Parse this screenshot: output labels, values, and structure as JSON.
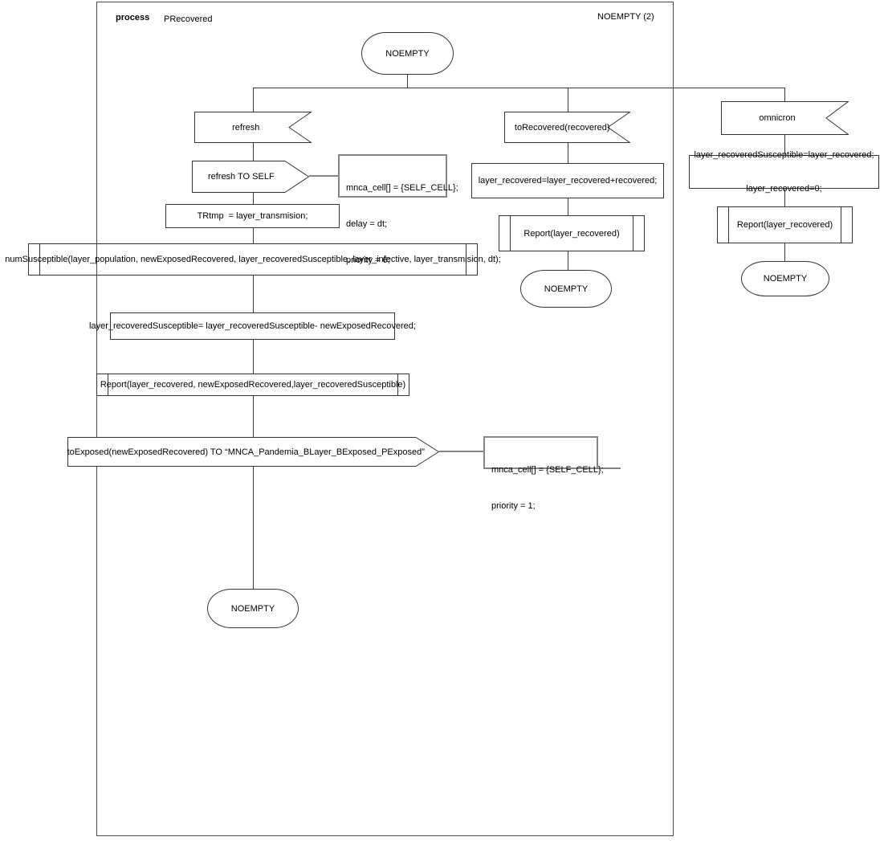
{
  "frame": {
    "kind_label": "process",
    "process_name": "PRecovered",
    "page_label": "NOEMPTY (2)"
  },
  "states": {
    "top": "NOEMPTY",
    "left_end": "NOEMPTY",
    "middle_end": "NOEMPTY",
    "right_end": "NOEMPTY"
  },
  "left_branch": {
    "input": "refresh",
    "output_self": "refresh TO SELF",
    "comment1": {
      "line1": "mnca_cell[] = {SELF_CELL};",
      "line2": "delay = dt;",
      "line3": "priority = 6;"
    },
    "task1": "TRtmp  = layer_transmision;",
    "proc1": "numSusceptible(layer_population, newExposedRecovered, layer_recoveredSusceptible, layer_infective, layer_transmision, dt);",
    "task2": "layer_recoveredSusceptible= layer_recoveredSusceptible- newExposedRecovered;",
    "proc2": "Report(layer_recovered, newExposedRecovered,layer_recoveredSusceptible)",
    "output_exposed": "toExposed(newExposedRecovered) TO “MNCA_Pandemia_BLayer_BExposed_PExposed”",
    "comment2": {
      "line1": "mnca_cell[] = {SELF_CELL};",
      "line2": "priority = 1;"
    }
  },
  "middle_branch": {
    "input": "toRecovered(recovered)",
    "task": "layer_recovered=layer_recovered+recovered;",
    "proc": "Report(layer_recovered)"
  },
  "right_branch": {
    "input": "omnicron",
    "task": {
      "line1": "layer_recoveredSusceptible=layer_recovered;",
      "line2": "layer_recovered=0;"
    },
    "proc": "Report(layer_recovered)"
  },
  "colors": {
    "shape_line": "#333333",
    "flow_line": "#383838",
    "comment_border": "#858585",
    "background": "#ffffff"
  }
}
